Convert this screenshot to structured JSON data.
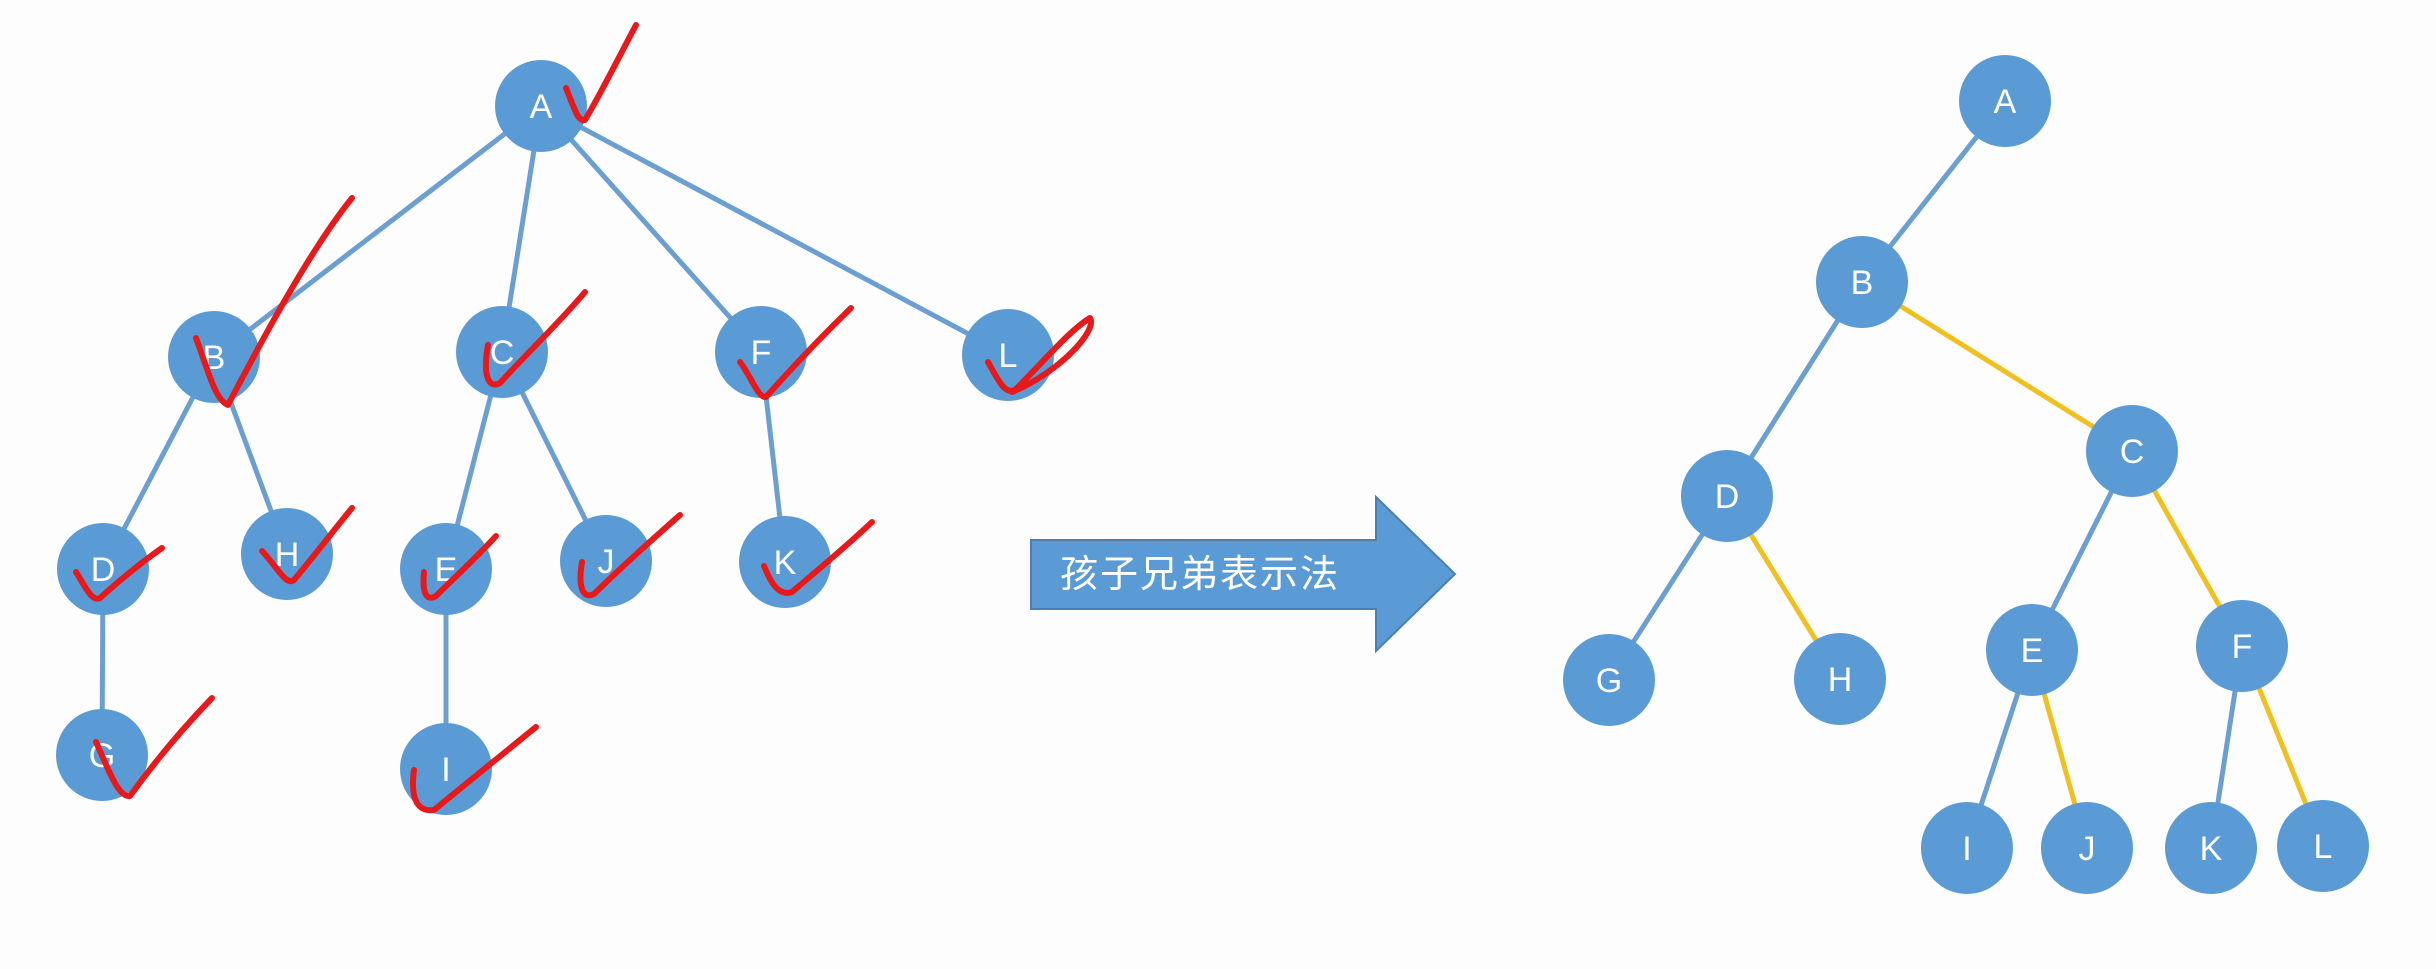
{
  "colors": {
    "node_fill": "#5b9bd5",
    "node_text": "#ffffff",
    "blue_edge": "#6b9fd1",
    "yellow_edge": "#f0c020",
    "check_mark": "#e8191a",
    "arrow_fill": "#5b9bd5",
    "arrow_stroke": "#4a7fb0",
    "arrow_text": "#ffffff"
  },
  "left_tree": {
    "nodes": [
      {
        "id": "A",
        "label": "A"
      },
      {
        "id": "B",
        "label": "B"
      },
      {
        "id": "C",
        "label": "C"
      },
      {
        "id": "F",
        "label": "F"
      },
      {
        "id": "L",
        "label": "L"
      },
      {
        "id": "D",
        "label": "D"
      },
      {
        "id": "H",
        "label": "H"
      },
      {
        "id": "E",
        "label": "E"
      },
      {
        "id": "J",
        "label": "J"
      },
      {
        "id": "K",
        "label": "K"
      },
      {
        "id": "G",
        "label": "G"
      },
      {
        "id": "I",
        "label": "I"
      }
    ],
    "edges": [
      [
        "A",
        "B"
      ],
      [
        "A",
        "C"
      ],
      [
        "A",
        "F"
      ],
      [
        "A",
        "L"
      ],
      [
        "B",
        "D"
      ],
      [
        "B",
        "H"
      ],
      [
        "C",
        "E"
      ],
      [
        "C",
        "J"
      ],
      [
        "F",
        "K"
      ],
      [
        "D",
        "G"
      ],
      [
        "E",
        "I"
      ]
    ]
  },
  "arrow": {
    "label": "孩子兄弟表示法"
  },
  "right_tree": {
    "nodes": [
      {
        "id": "A",
        "label": "A"
      },
      {
        "id": "B",
        "label": "B"
      },
      {
        "id": "C",
        "label": "C"
      },
      {
        "id": "D",
        "label": "D"
      },
      {
        "id": "G",
        "label": "G"
      },
      {
        "id": "H",
        "label": "H"
      },
      {
        "id": "E",
        "label": "E"
      },
      {
        "id": "F",
        "label": "F"
      },
      {
        "id": "I",
        "label": "I"
      },
      {
        "id": "J",
        "label": "J"
      },
      {
        "id": "K",
        "label": "K"
      },
      {
        "id": "L",
        "label": "L"
      }
    ],
    "edges": [
      {
        "from": "A",
        "to": "B",
        "kind": "child"
      },
      {
        "from": "B",
        "to": "D",
        "kind": "child"
      },
      {
        "from": "B",
        "to": "C",
        "kind": "sibling"
      },
      {
        "from": "D",
        "to": "G",
        "kind": "child"
      },
      {
        "from": "D",
        "to": "H",
        "kind": "sibling"
      },
      {
        "from": "C",
        "to": "E",
        "kind": "child"
      },
      {
        "from": "C",
        "to": "F",
        "kind": "sibling"
      },
      {
        "from": "E",
        "to": "I",
        "kind": "child"
      },
      {
        "from": "E",
        "to": "J",
        "kind": "sibling"
      },
      {
        "from": "F",
        "to": "K",
        "kind": "child"
      },
      {
        "from": "F",
        "to": "L",
        "kind": "sibling"
      }
    ]
  }
}
